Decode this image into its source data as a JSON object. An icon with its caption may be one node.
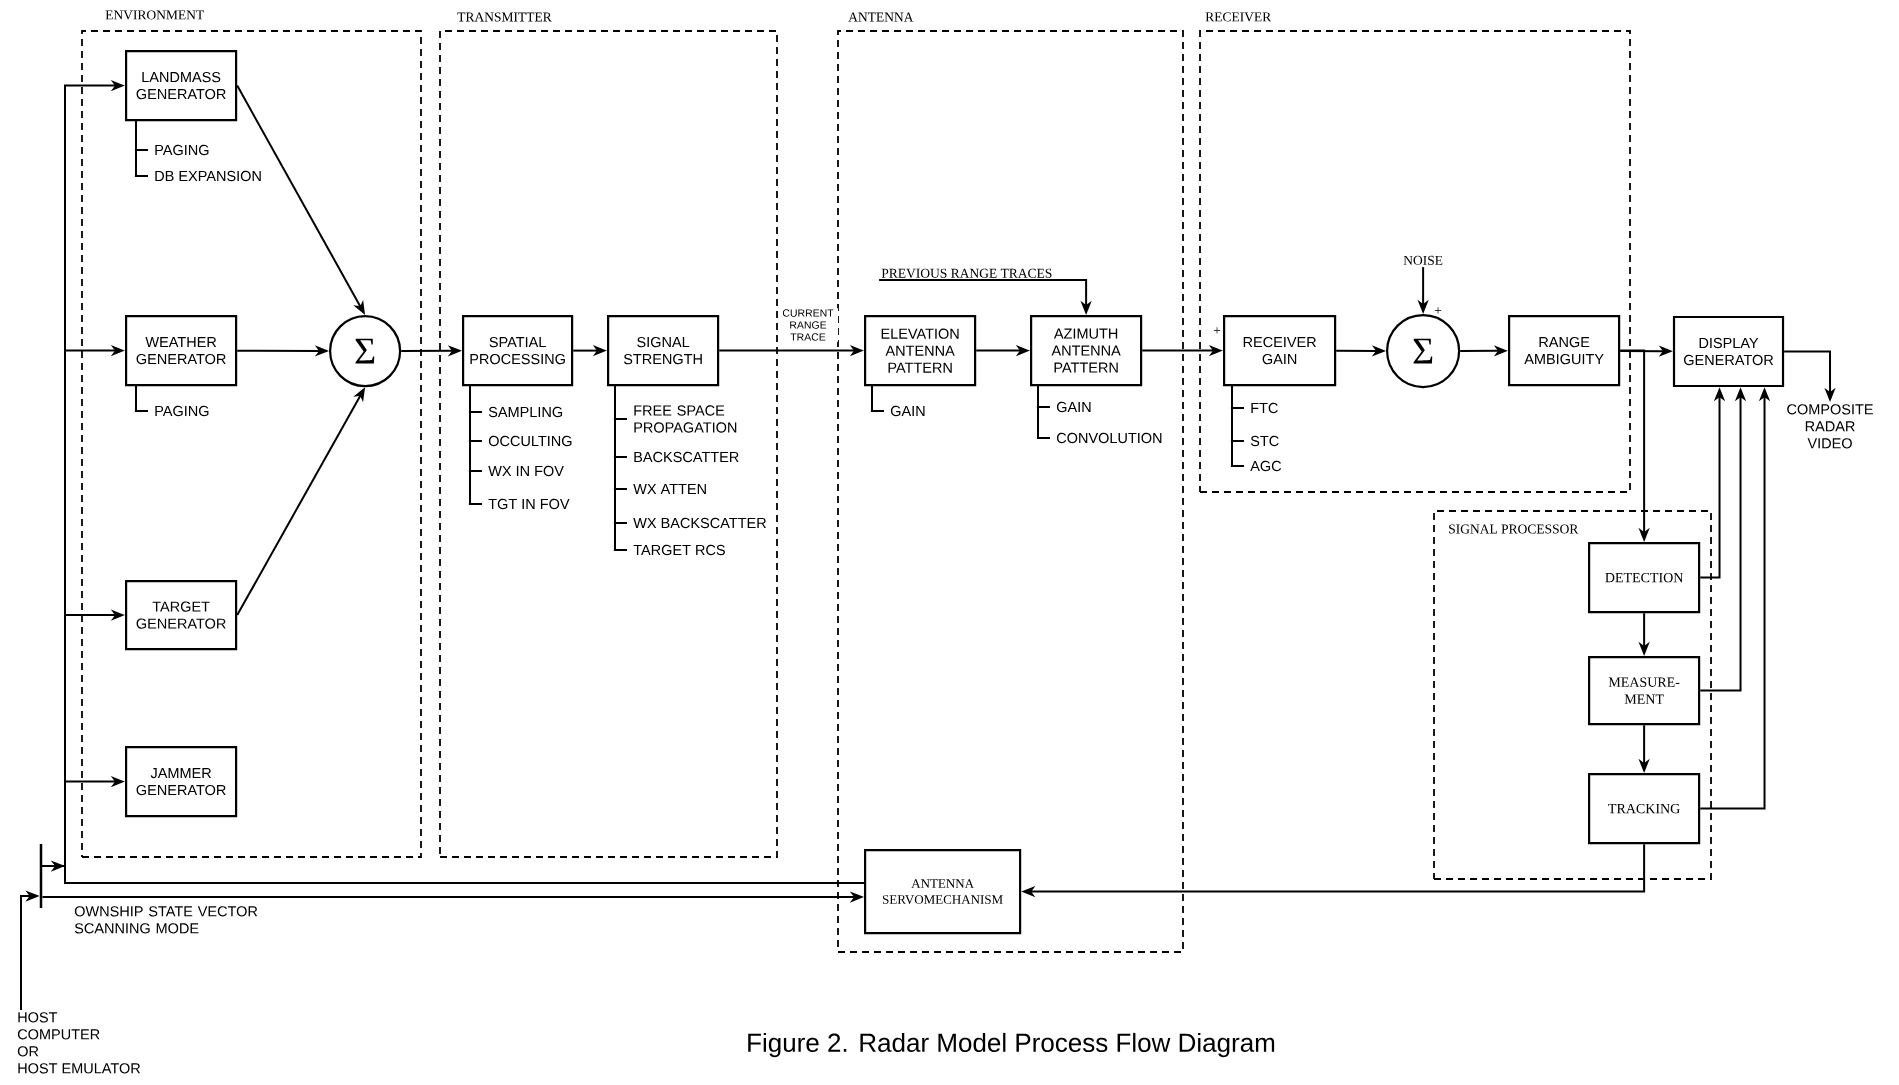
{
  "diagram": {
    "caption": "Figure 2. Radar Model Process Flow Diagram",
    "nodes": [
      {
        "text": [
          "ENVIRONMENT"
        ]
      },
      {
        "text": [
          "LANDMASS GENERATOR"
        ],
        "in": 0,
        "beside": [
          "PAGING",
          "DB EXPANSION"
        ]
      },
      {
        "text": [
          "WEATHER GENERATOR"
        ],
        "in": 0,
        "beside": [
          "PAGING"
        ]
      },
      {
        "text": [
          "TARGET GENERATOR"
        ],
        "in": 0
      },
      {
        "text": [
          "JAMMER GENERATOR"
        ],
        "in": 0
      },
      {
        "text": [
          "Σ"
        ],
        "in": 0
      },
      {
        "text": [
          "TRANSMITTER"
        ]
      },
      {
        "text": [
          "SPATIAL PROCESSING"
        ],
        "in": 6,
        "beside": [
          "SAMPLING",
          "OCCULTING",
          "WX IN FOV",
          "TGT IN FOV"
        ]
      },
      {
        "text": [
          "SIGNAL STRENGTH"
        ],
        "in": 6,
        "beside": [
          "FREE SPACE PROPAGATION",
          "BACKSCATTER",
          "WX ATTEN",
          "WX BACKSCATTER",
          "TARGET RCS"
        ]
      },
      {
        "text": [
          "ANTENNA"
        ]
      },
      {
        "text": [
          "ELEVATION ANTENNA PATTERN"
        ],
        "in": 9,
        "beside": [
          "GAIN"
        ]
      },
      {
        "text": [
          "AZIMUTH ANTENNA PATTERN"
        ],
        "in": 9,
        "beside": [
          "GAIN",
          "CONVOLUTION"
        ]
      },
      {
        "text": [
          "ANTENNA SERVOMECHANISM"
        ],
        "in": 9
      },
      {
        "text": [
          "RECEIVER"
        ]
      },
      {
        "text": [
          "RECEIVER GAIN"
        ],
        "in": 13,
        "beside": [
          "FTC",
          "STC",
          "AGC"
        ]
      },
      {
        "text": [
          "Σ"
        ],
        "in": 13
      },
      {
        "text": [
          "RANGE AMBIGUITY"
        ],
        "in": 13
      },
      {
        "text": [
          "DISPLAY GENERATOR"
        ]
      },
      {
        "text": [
          "SIGNAL PROCESSOR"
        ]
      },
      {
        "text": [
          "DETECTION"
        ],
        "in": 18
      },
      {
        "text": [
          "MEASURE- MENT"
        ],
        "in": 18
      },
      {
        "text": [
          "TRACKING"
        ],
        "in": 18
      },
      {
        "text": [
          "PREVIOUS RANGE TRACES"
        ],
        "in": 9
      },
      {
        "text": [
          "NOISE"
        ],
        "in": 13
      },
      {
        "text": [
          "COMPOSITE RADAR VIDEO"
        ]
      },
      {
        "text": [
          "HOST COMPUTER OR HOST EMULATOR"
        ]
      },
      {
        "text": [],
        "shape": "bar"
      }
    ],
    "edges": [
      {
        "from": 1,
        "to": 5,
        "arrow": "to"
      },
      {
        "from": 2,
        "to": 5,
        "arrow": "to"
      },
      {
        "from": 3,
        "to": 5,
        "arrow": "to"
      },
      {
        "from": 5,
        "to": 7,
        "arrow": "to"
      },
      {
        "from": 7,
        "to": 8,
        "arrow": "to"
      },
      {
        "from": 8,
        "to": 10,
        "arrow": "to",
        "label": "CURRENT RANGE TRACE"
      },
      {
        "from": 10,
        "to": 11,
        "arrow": "to"
      },
      {
        "from": 11,
        "to": 14,
        "arrow": "to"
      },
      {
        "from": 14,
        "to": 15,
        "arrow": "to"
      },
      {
        "from": 15,
        "to": 16,
        "arrow": "to"
      },
      {
        "from": 16,
        "to": 17,
        "arrow": "to"
      },
      {
        "from": 16,
        "to": 19,
        "arrow": "to"
      },
      {
        "from": 17,
        "to": 24,
        "arrow": "to"
      },
      {
        "from": 19,
        "to": 17,
        "arrow": "to"
      },
      {
        "from": 20,
        "to": 17,
        "arrow": "to"
      },
      {
        "from": 21,
        "to": 17,
        "arrow": "to"
      },
      {
        "from": 19,
        "to": 20,
        "arrow": "to"
      },
      {
        "from": 20,
        "to": 21,
        "arrow": "to"
      },
      {
        "from": 21,
        "to": 12,
        "arrow": "to"
      },
      {
        "from": 22,
        "to": 11,
        "arrow": "to"
      },
      {
        "from": 23,
        "to": 15,
        "arrow": "to"
      },
      {
        "from": 25,
        "to": 26,
        "arrow": "to"
      },
      {
        "from": 26,
        "to": 1,
        "arrow": "to"
      },
      {
        "from": 26,
        "to": 2,
        "arrow": "to"
      },
      {
        "from": 26,
        "to": 3,
        "arrow": "to"
      },
      {
        "from": 26,
        "to": 4,
        "arrow": "to"
      },
      {
        "from": 26,
        "to": 12,
        "arrow": "none"
      },
      {
        "from": 26,
        "to": 12,
        "arrow": "to",
        "label": "OWNSHIP STATE VECTOR SCANNING MODE"
      }
    ],
    "labels": [
      "+",
      "+"
    ]
  }
}
